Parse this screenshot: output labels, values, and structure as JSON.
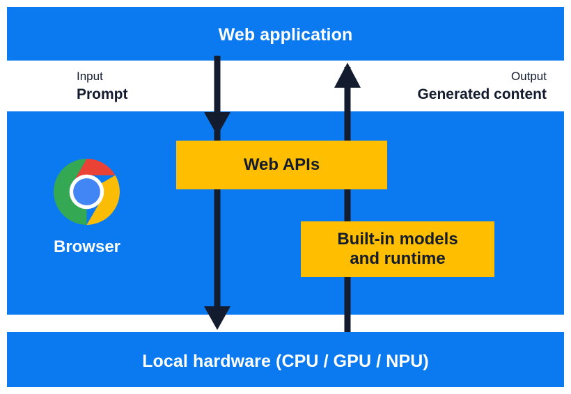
{
  "colors": {
    "blue": "#0B7AF0",
    "amber": "#FFBF00",
    "ink": "#131B2E",
    "white": "#FFFFFF",
    "chrome_red": "#EA4335",
    "chrome_yellow": "#FBBC05",
    "chrome_green": "#34A853",
    "chrome_blue": "#4285F4"
  },
  "diagram": {
    "top_layer": {
      "title": "Web application"
    },
    "flows": {
      "input": {
        "label": "Input",
        "value": "Prompt",
        "direction": "down"
      },
      "output": {
        "label": "Output",
        "value": "Generated content",
        "direction": "up"
      }
    },
    "browser_layer": {
      "label": "Browser",
      "logo": "chrome-logo",
      "boxes": [
        {
          "name": "web-apis",
          "label": "Web APIs",
          "line1": "Web APIs",
          "line2": ""
        },
        {
          "name": "built-in-models",
          "label": "Built-in models and runtime",
          "line1": "Built-in models",
          "line2": "and runtime"
        }
      ]
    },
    "bottom_layer": {
      "title": "Local hardware (CPU / GPU / NPU)"
    }
  }
}
